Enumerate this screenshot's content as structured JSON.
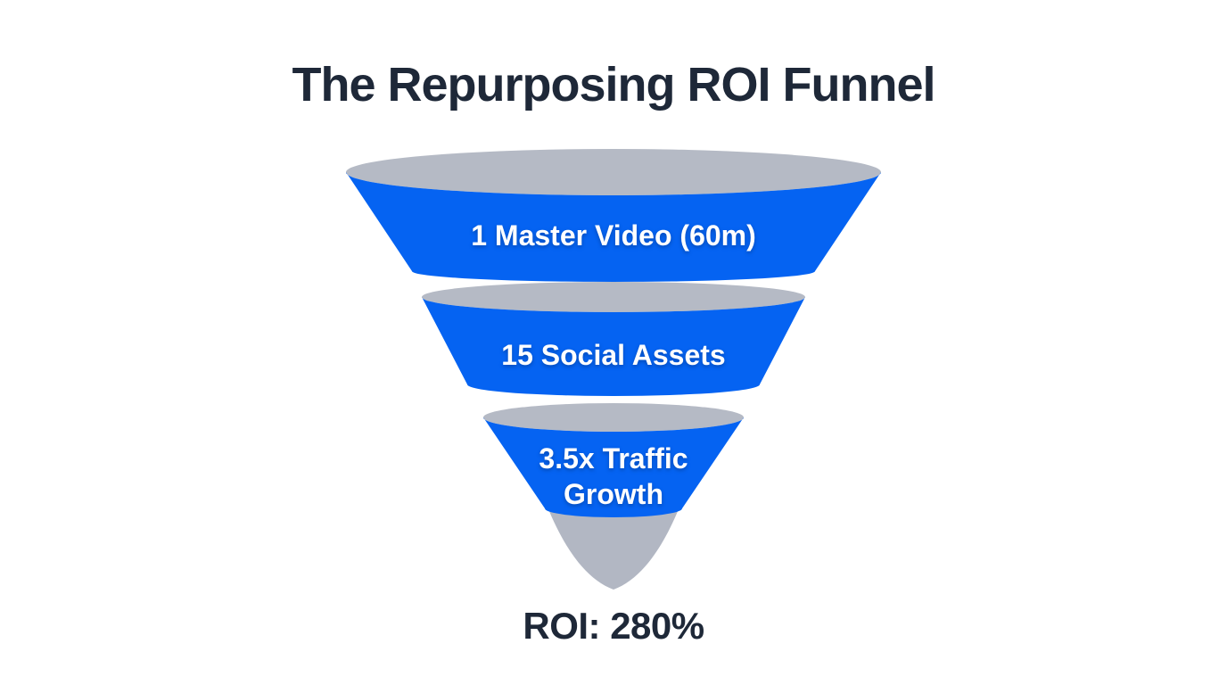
{
  "title": "The Repurposing ROI Funnel",
  "funnel": {
    "stages": [
      {
        "label": "1 Master Video (60m)"
      },
      {
        "label": "15 Social Assets"
      },
      {
        "label": "3.5x Traffic Growth",
        "label_line1": "3.5x Traffic",
        "label_line2": "Growth"
      }
    ],
    "result_label": "ROI: 280%"
  },
  "colors": {
    "stage_blue": "#0563f2",
    "rim_gray": "#b5bac5",
    "tip_gray": "#b2b7c3",
    "heading_navy": "#1e2838",
    "label_white": "#ffffff"
  },
  "chart_data": {
    "type": "funnel",
    "title": "The Repurposing ROI Funnel",
    "stages": [
      {
        "label": "1 Master Video (60m)",
        "value": 1
      },
      {
        "label": "15 Social Assets",
        "value": 15
      },
      {
        "label": "3.5x Traffic Growth",
        "value": 3.5
      }
    ],
    "result": "ROI: 280%",
    "roi_percent": 280,
    "legend": "none",
    "orientation": "top-wide inverted funnel, 3 stages plus cone tip"
  }
}
